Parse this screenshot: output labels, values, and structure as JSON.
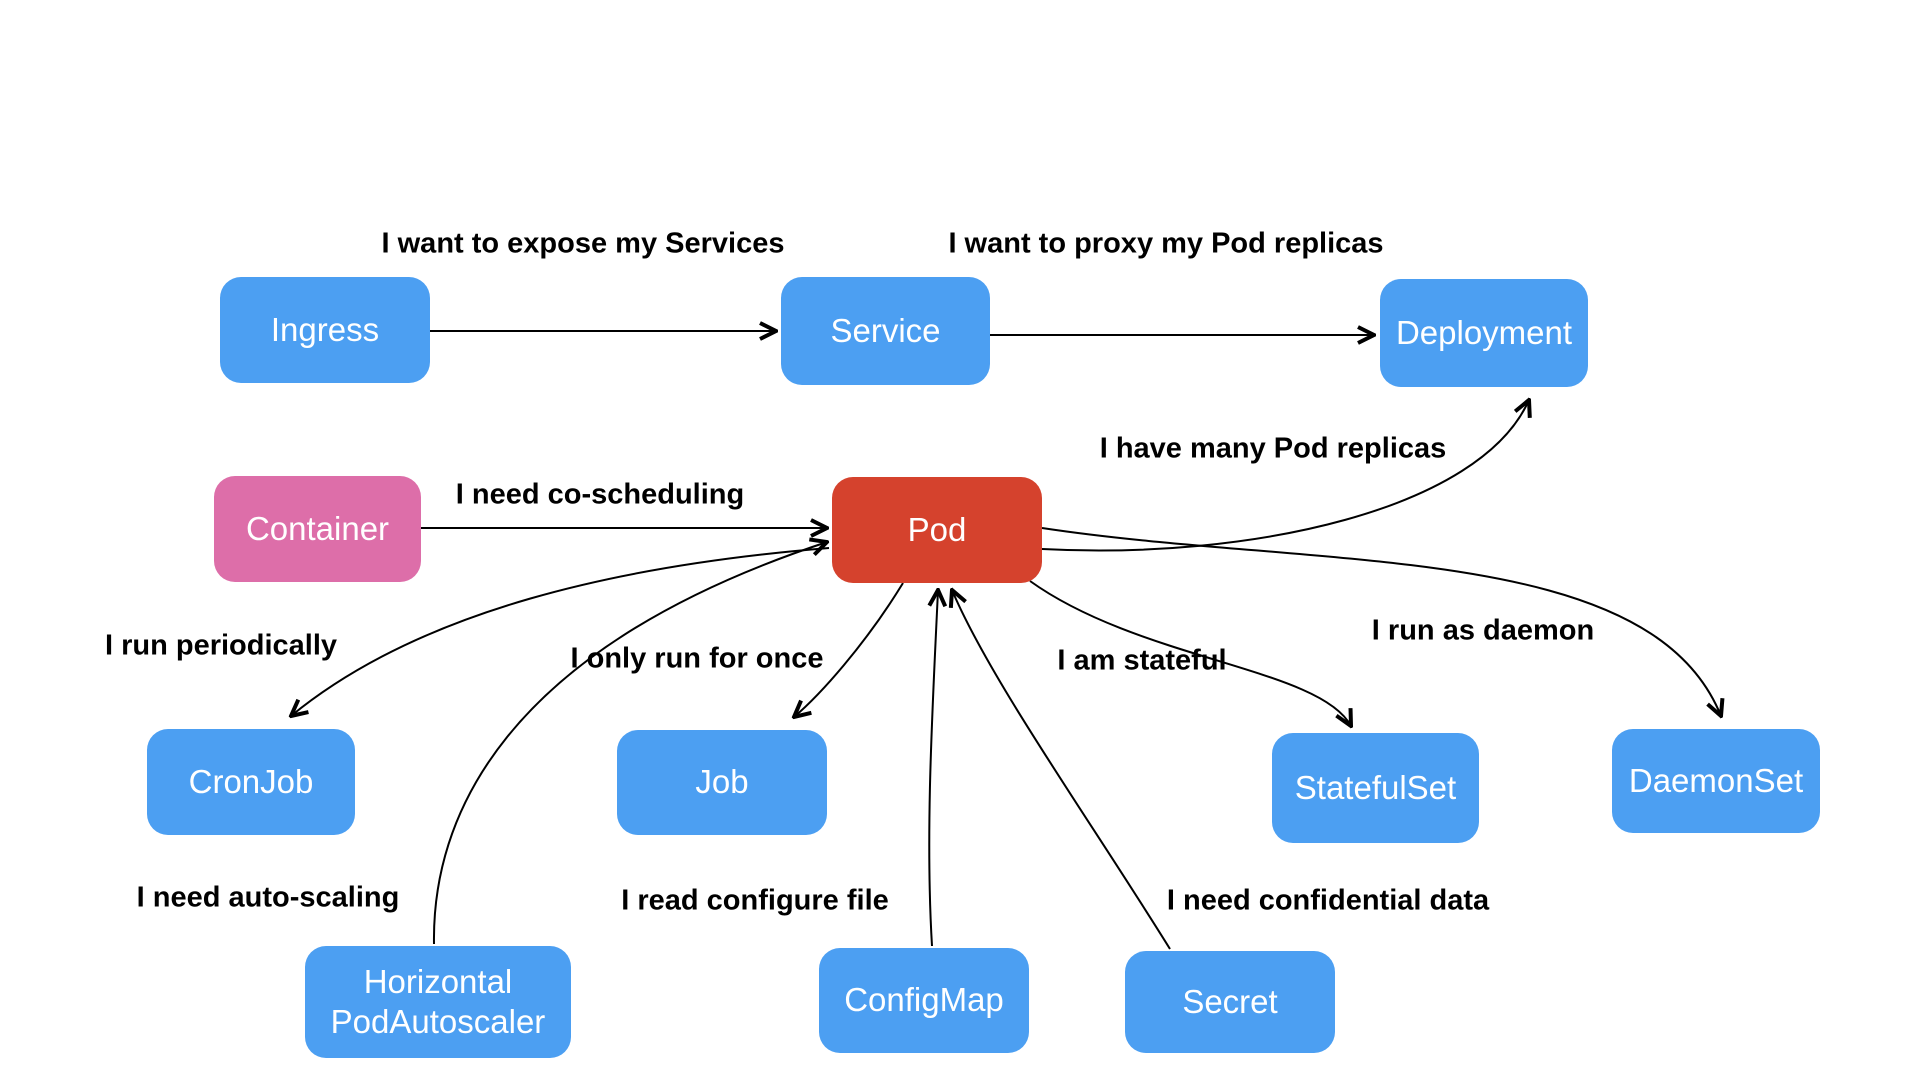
{
  "diagram": {
    "colors": {
      "node_blue": "#4C9FF2",
      "node_pink": "#DD6EA9",
      "node_red": "#D5422D",
      "node_text": "#FFFFFF",
      "edge_line": "#000000",
      "edge_label_text": "#000000",
      "background": "#FFFFFF"
    },
    "nodes": {
      "ingress": {
        "label": "Ingress"
      },
      "service": {
        "label": "Service"
      },
      "deployment": {
        "label": "Deployment"
      },
      "container": {
        "label": "Container"
      },
      "pod": {
        "label": "Pod"
      },
      "cronjob": {
        "label": "CronJob"
      },
      "job": {
        "label": "Job"
      },
      "statefulset": {
        "label": "StatefulSet"
      },
      "daemonset": {
        "label": "DaemonSet"
      },
      "hpa": {
        "label": "Horizontal\nPodAutoscaler"
      },
      "configmap": {
        "label": "ConfigMap"
      },
      "secret": {
        "label": "Secret"
      }
    },
    "edges": {
      "ingress_service": {
        "from": "Ingress",
        "to": "Service",
        "label": "I want to expose my Services"
      },
      "service_deployment": {
        "from": "Service",
        "to": "Deployment",
        "label": "I want to proxy my Pod replicas"
      },
      "container_pod": {
        "from": "Container",
        "to": "Pod",
        "label": "I need co-scheduling"
      },
      "pod_deployment": {
        "from": "Pod",
        "to": "Deployment",
        "label": "I have many Pod replicas"
      },
      "pod_cronjob": {
        "from": "Pod",
        "to": "CronJob",
        "label": "I run periodically"
      },
      "pod_job": {
        "from": "Pod",
        "to": "Job",
        "label": "I only run for once"
      },
      "pod_statefulset": {
        "from": "Pod",
        "to": "StatefulSet",
        "label": "I am stateful"
      },
      "pod_daemonset": {
        "from": "Pod",
        "to": "DaemonSet",
        "label": "I run as daemon"
      },
      "hpa_pod": {
        "from": "HorizontalPodAutoscaler",
        "to": "Pod",
        "label": "I need auto-scaling"
      },
      "configmap_pod": {
        "from": "ConfigMap",
        "to": "Pod",
        "label": "I read configure file"
      },
      "secret_pod": {
        "from": "Secret",
        "to": "Pod",
        "label": "I need confidential data"
      }
    }
  }
}
